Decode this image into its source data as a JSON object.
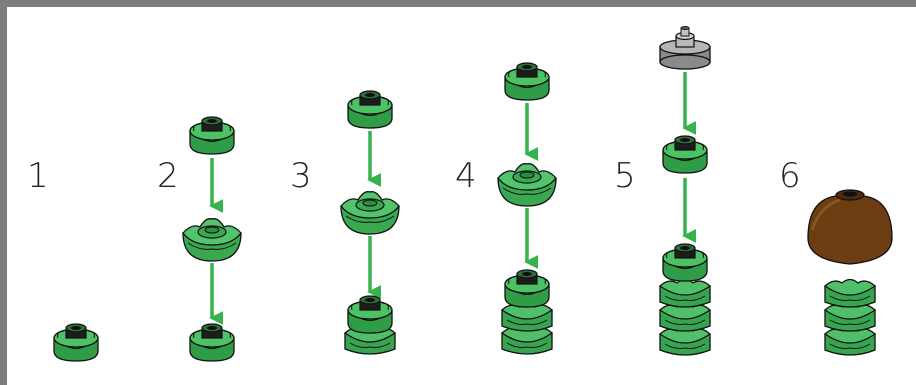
{
  "colors": {
    "border": "#7d7d7d",
    "background": "#ffffff",
    "piece_green": "#3aad53",
    "piece_green_light": "#56c96e",
    "piece_green_dark": "#1f7a35",
    "arrow_green": "#36b24e",
    "cap_grey": "#8f8f8f",
    "dome_brown": "#6b3e12",
    "outline": "#111111"
  },
  "steps": [
    {
      "label": "1",
      "icons": [
        "green-round-plate-icon"
      ]
    },
    {
      "label": "2",
      "icons": [
        "green-round-plate-icon",
        "green-flower-plate-icon",
        "green-round-plate-icon"
      ]
    },
    {
      "label": "3",
      "icons": [
        "green-round-plate-icon",
        "green-flower-plate-icon",
        "green-flower-stack-icon"
      ]
    },
    {
      "label": "4",
      "icons": [
        "green-round-plate-icon",
        "green-flower-plate-icon",
        "green-flower-stack-icon"
      ]
    },
    {
      "label": "5",
      "icons": [
        "grey-round-cap-icon",
        "green-round-plate-icon",
        "green-flower-stack-icon"
      ]
    },
    {
      "label": "6",
      "icons": [
        "brown-dome-icon",
        "green-flower-stack-icon"
      ]
    }
  ]
}
